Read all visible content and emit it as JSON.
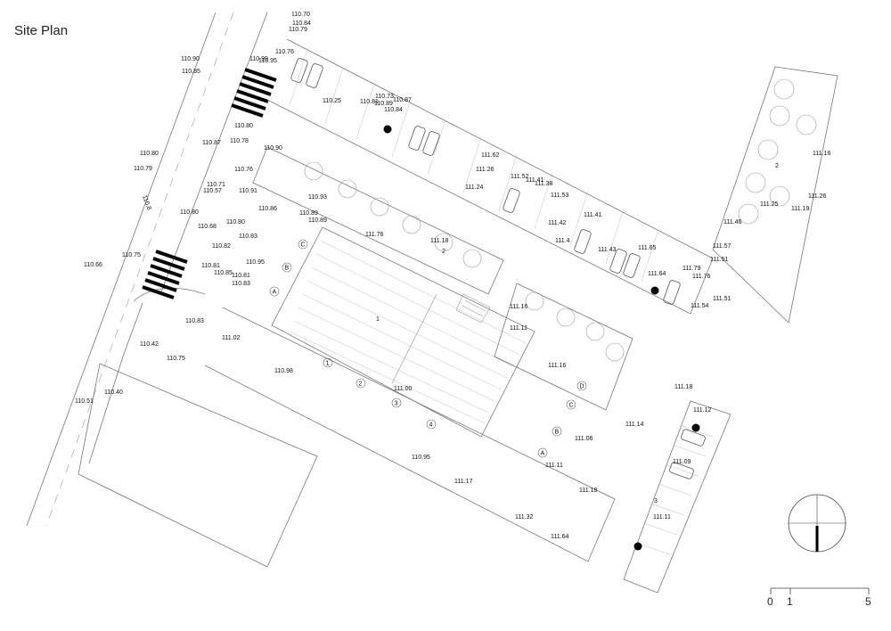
{
  "title": "Site Plan",
  "elevations": [
    "110.70",
    "110.84",
    "110.79",
    "110.90",
    "110.85",
    "110.99",
    "110.95",
    "110.76",
    "110.25",
    "110.73",
    "110.81",
    "110.89",
    "110.87",
    "110.84",
    "110.80",
    "110.87",
    "110.78",
    "110.90",
    "110.80",
    "110.79",
    "110.76",
    "110.71",
    "110.57",
    "110.91",
    "110.93",
    "110.86",
    "110.80",
    "110.89",
    "110.89",
    "110.68",
    "110.80",
    "110.83",
    "110.82",
    "110.75",
    "110.66",
    "110.81",
    "110.95",
    "110.85",
    "110.81",
    "110.83",
    "110.83",
    "111.02",
    "110.42",
    "110.75",
    "110.40",
    "110.51",
    "110.98",
    "111.00",
    "110.95",
    "111.17",
    "111.76",
    "111.18",
    "111.62",
    "111.26",
    "111.52",
    "111.41",
    "111.38",
    "111.24",
    "111.53",
    "111.42",
    "111.41",
    "111.43",
    "111.65",
    "111.64",
    "111.79",
    "111.76",
    "111.57",
    "111.51",
    "111.46",
    "111.54",
    "111.51",
    "111.16",
    "111.11",
    "111.16",
    "111.06",
    "111.11",
    "111.18",
    "111.32",
    "111.64",
    "111.18",
    "111.14",
    "111.12",
    "111.09",
    "111.11",
    "111.16",
    "111.26",
    "111.25",
    "111.19"
  ],
  "contour": "110.8",
  "contour2": "111.4",
  "zones": [
    "1",
    "2",
    "3",
    "2"
  ],
  "circle_labels": [
    "A",
    "B",
    "C",
    "1",
    "2",
    "3",
    "4",
    "D",
    "C",
    "B",
    "A"
  ],
  "scale": [
    "0",
    "1",
    "5"
  ]
}
